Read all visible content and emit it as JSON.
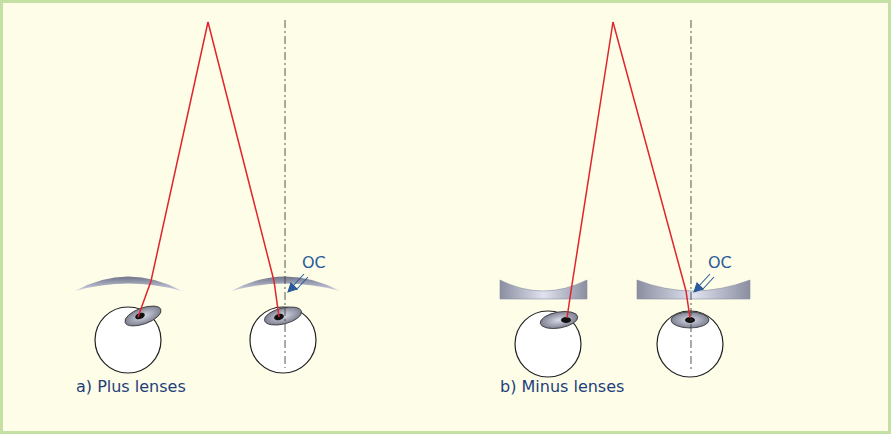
{
  "diagram": {
    "labels": [
      "OC",
      "OC",
      "a) Plus lenses",
      "b) Minus lenses"
    ]
  }
}
